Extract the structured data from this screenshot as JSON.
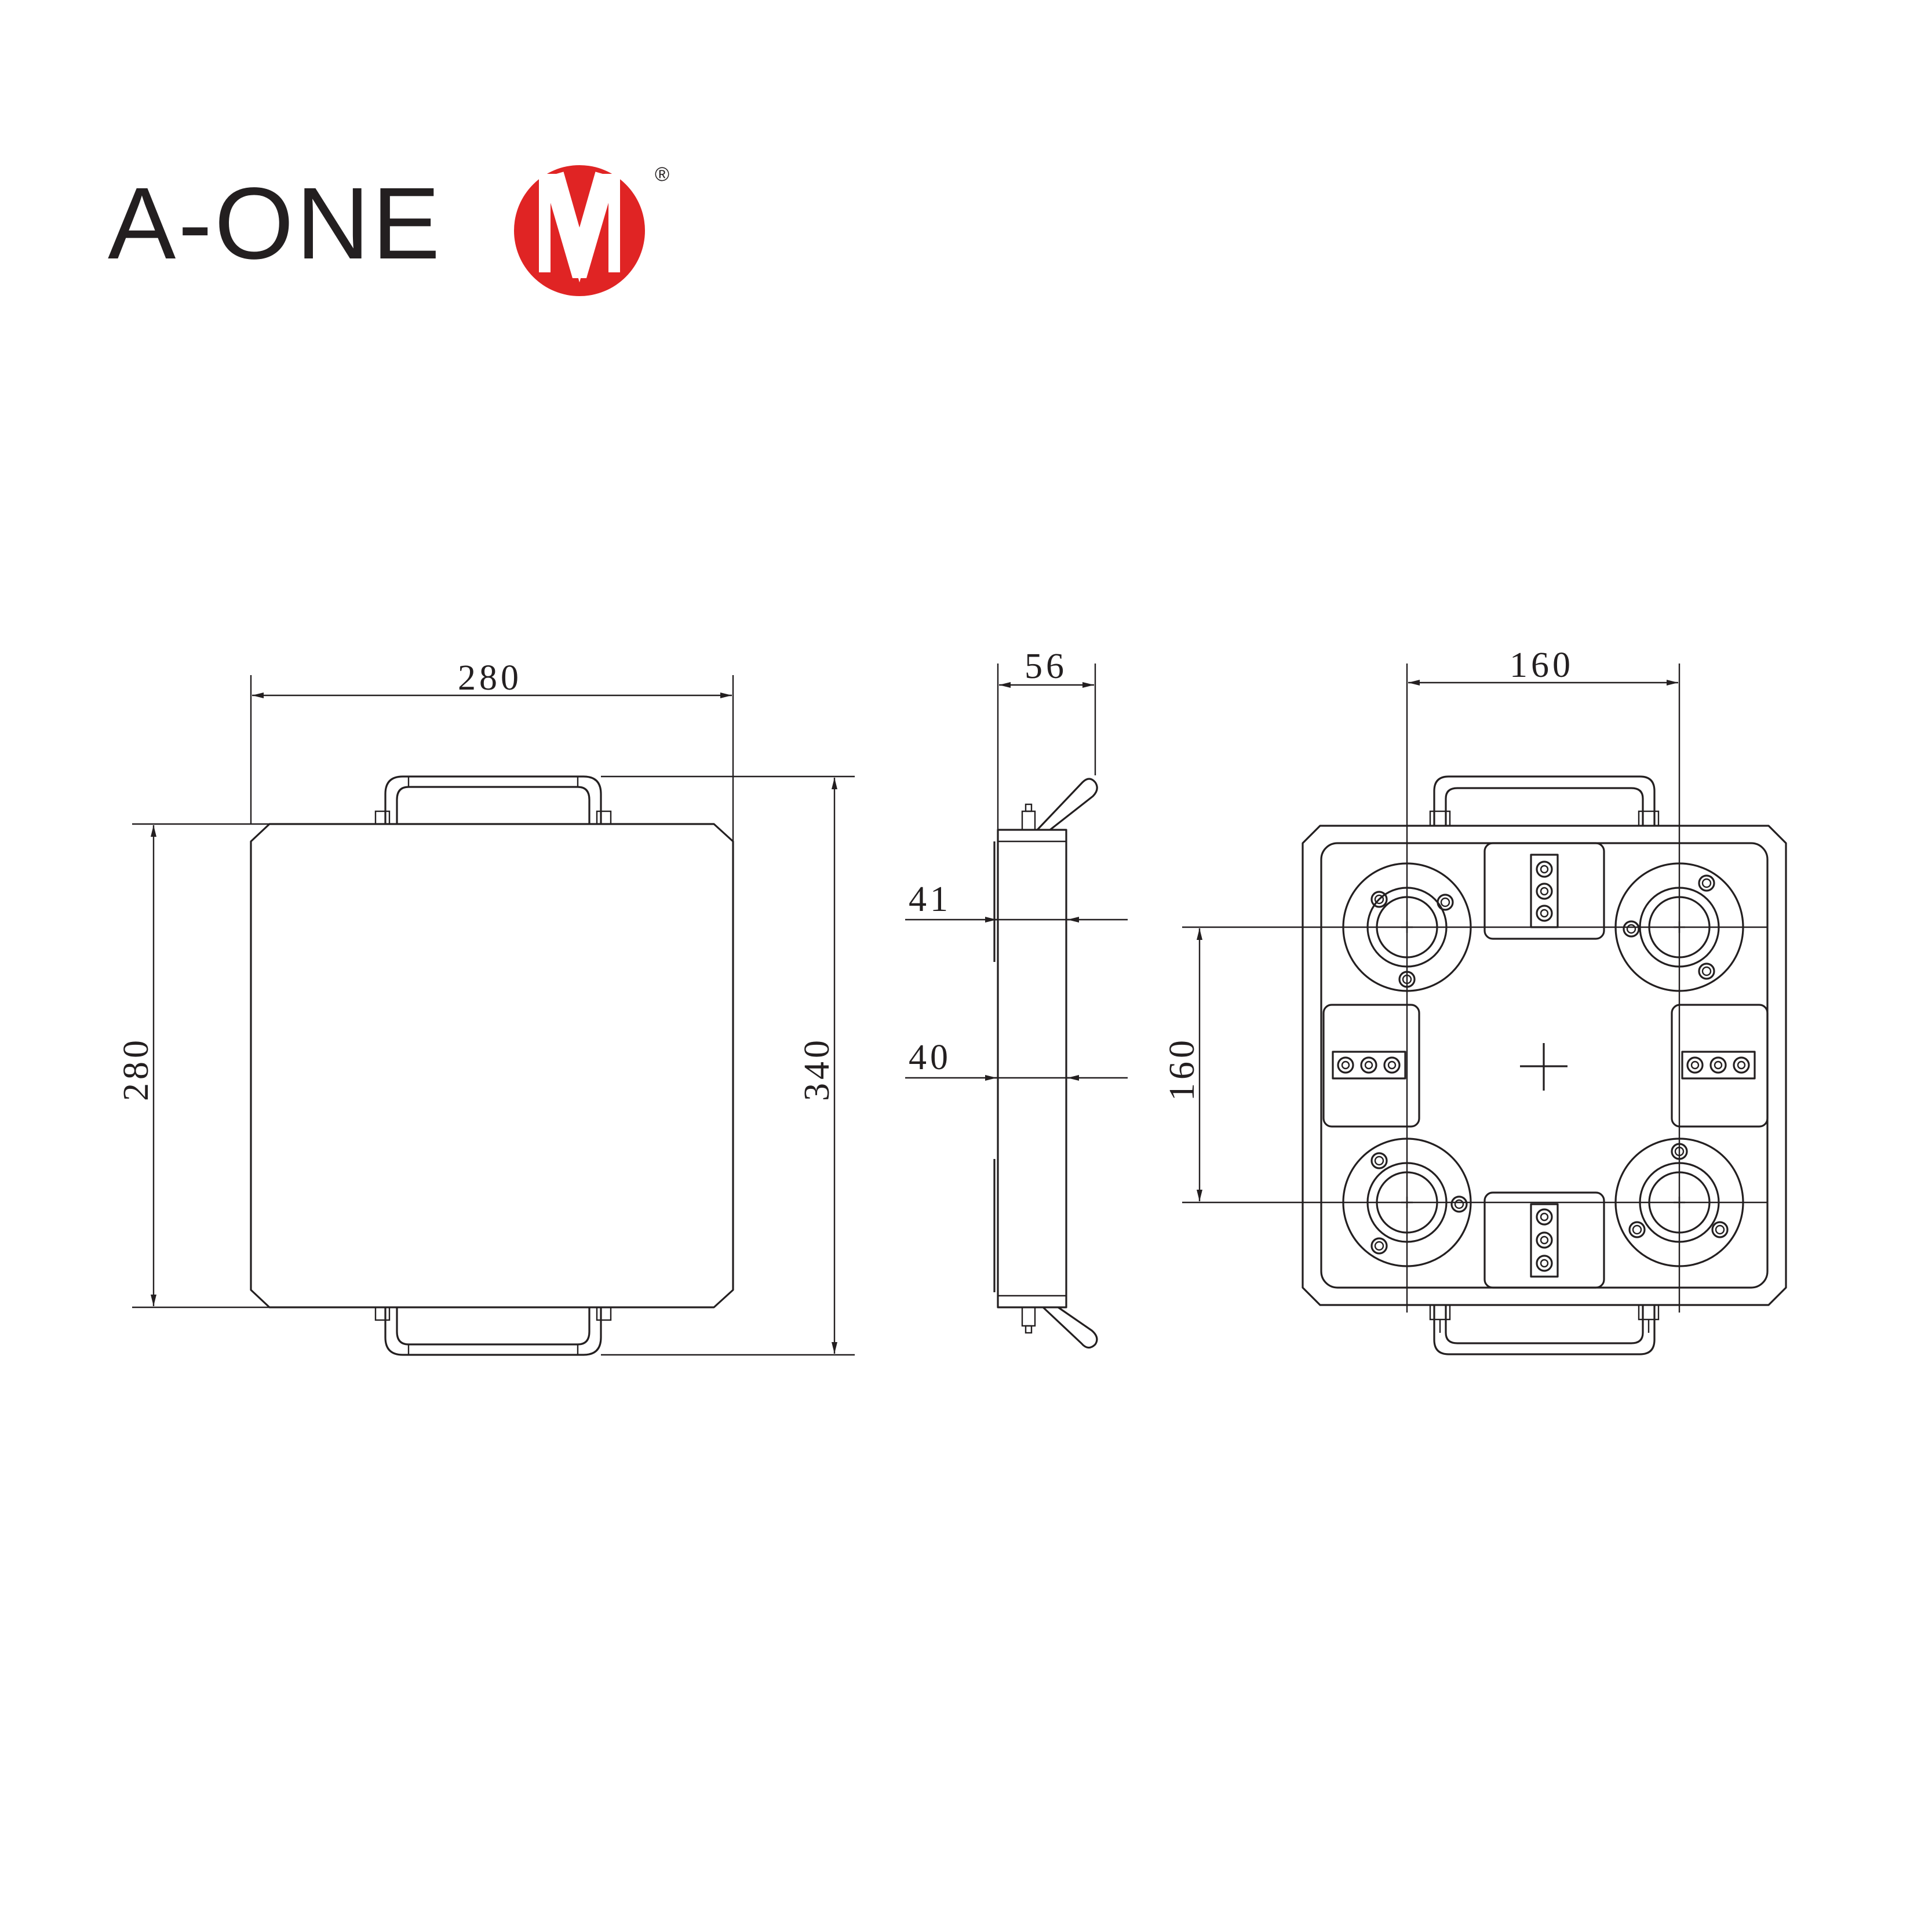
{
  "brand": {
    "name": "A-ONE",
    "registered": "®",
    "logo_color": "#e02424"
  },
  "front_view": {
    "width_label": "280",
    "height_label": "280",
    "overall_label": "340"
  },
  "side_view": {
    "depth_label": "56",
    "dim_upper_label": "41",
    "dim_lower_label": "40"
  },
  "top_view": {
    "spacing_x_label": "160",
    "spacing_y_label": "160"
  }
}
